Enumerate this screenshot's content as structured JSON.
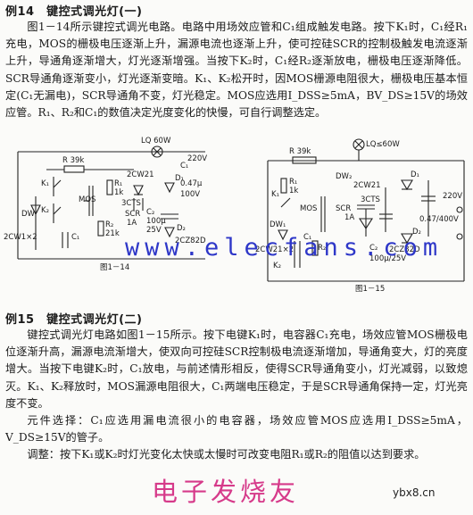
{
  "example14": {
    "heading": "例14　键控式调光灯(一)",
    "paragraphs": [
      "图1－14所示键控式调光电路。电路中用场效应管和C₁组成触发电路。按下K₁时，C₁经R₁充电，MOS的栅极电压逐渐上升，漏源电流也逐渐上升，使可控硅SCR的控制极触发电流逐渐上升，导通角逐渐增大，灯光逐渐增强。当按下K₂时，C₁经R₂逐渐放电，栅极电压逐渐降低。SCR导通角逐渐变小，灯光逐渐变暗。K₁、K₂松开时，因MOS栅源电阻很大，栅极电压基本恒定(C₁无漏电)，SCR导通角不变，灯光稳定。MOS应选用I_DSS≥5mA，BV_DS≥15V的场效应管。R₁、R₂和C₁的数值决定光度变化的快慢，可自行调整选定。"
    ]
  },
  "figure1": {
    "caption": "图1－14",
    "labels": {
      "lamp": "LQ 60W",
      "voltage": "220V",
      "r39": "R 39k",
      "mos": "MOS",
      "r1": "R₁",
      "r1v": "1k",
      "k1": "K₁",
      "k2": "K₂",
      "r2": "R₂",
      "r2v": "21k",
      "dw": "DW",
      "c1": "C₁",
      "dwpart": "2CW1×2",
      "scr": "SCR",
      "scr3": "3CTS",
      "scr1a": "1A",
      "c2cw": "2CW21",
      "c1cap": "C₁",
      "cap047": "0.47μ",
      "cap100v": "100V",
      "d1": "D₁",
      "c2": "C₂",
      "c2v": "100μ",
      "c2volt": "25V",
      "d2": "D₂",
      "d2cz": "2CZ82D"
    }
  },
  "figure2": {
    "caption": "图1－15",
    "labels": {
      "lamp": "LQ≤60W",
      "r39": "R 39k",
      "r1": "R₁",
      "r1v": "1k",
      "k1": "K₁",
      "k2": "K₂",
      "mos": "MOS",
      "dw": "DW₂",
      "dw2": "DW₁",
      "c2cw21": "2CW21",
      "scr": "SCR",
      "scr3": "3CTS",
      "scr1a": "1A",
      "c1": "C₁",
      "d1": "D₁",
      "d2": "D₂",
      "d2cz": "2CZ82D",
      "cap": "0.47/400V",
      "volt": "220V",
      "c2": "C₂",
      "c2v": "100μ/25V",
      "r2": "R₂",
      "dwpart": "2CW21×2"
    }
  },
  "watermark": "www.elecfans.com",
  "example15": {
    "heading": "例15　键控式调光灯(二)",
    "paragraphs": [
      "键控式调光灯电路如图1－15所示。按下电键K₁时，电容器C₁充电，场效应管MOS栅极电位逐渐升高，漏源电流渐增大，使双向可控硅SCR控制极电流逐渐增加，导通角变大，灯的亮度增大。当按下电键K₂时，C₁放电，与前述情形相反，使得SCR导通角变小，灯光减弱，以致熄灭。K₁、K₂释放时，MOS漏源电阻很大，C₁两端电压稳定，于是SCR导通角保持一定，灯光亮度不变。",
      "元件选择：C₁应选用漏电流很小的电容器，场效应管MOS应选用I_DSS≥5mA，V_DS≥15V的管子。",
      "调整：按下K₁或K₂时灯光变化太快或太慢时可改变电阻R₁或R₂的阻值以达到要求。"
    ]
  },
  "footer": {
    "brand": "电子发烧友",
    "site": "ybx8.cn"
  }
}
